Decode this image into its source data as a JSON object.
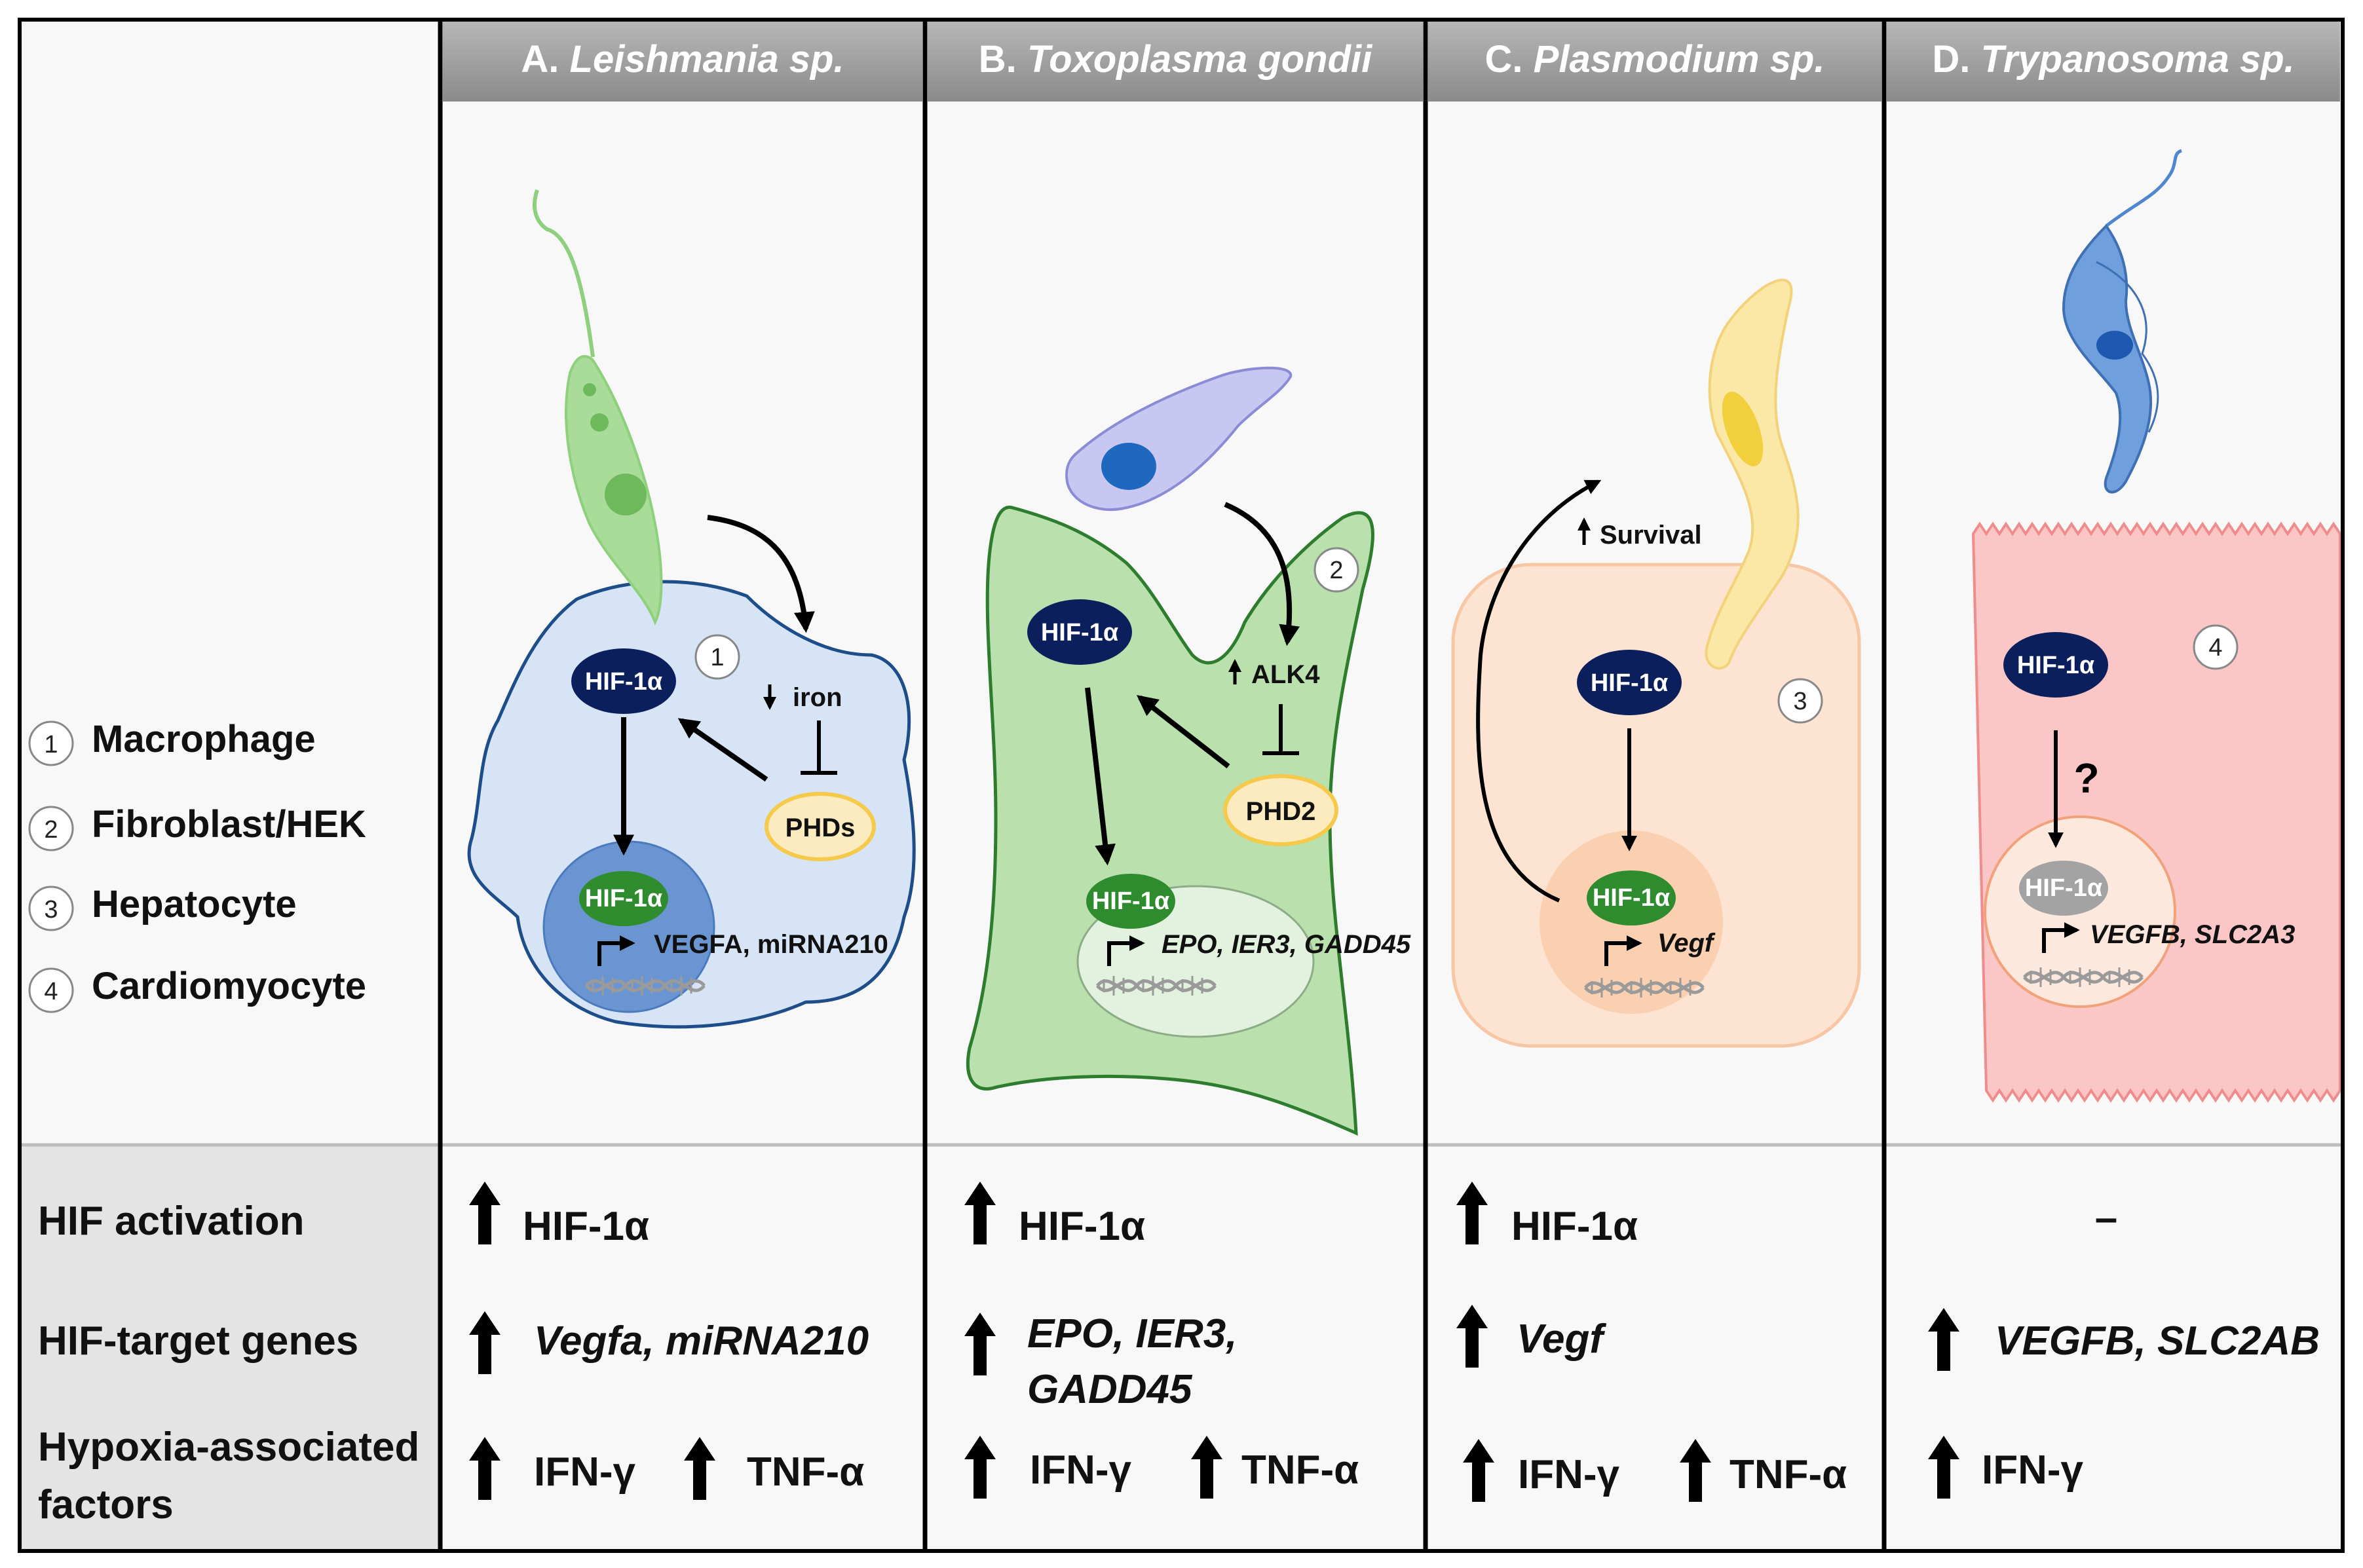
{
  "columns": [
    {
      "letter": "A.",
      "name": "Leishmania sp."
    },
    {
      "letter": "B.",
      "name": "Toxoplasma gondii"
    },
    {
      "letter": "C.",
      "name": "Plasmodium sp."
    },
    {
      "letter": "D.",
      "name": "Trypanosoma sp."
    }
  ],
  "legend": [
    {
      "num": "1",
      "label": "Macrophage"
    },
    {
      "num": "2",
      "label": "Fibroblast/HEK"
    },
    {
      "num": "3",
      "label": "Hepatocyte"
    },
    {
      "num": "4",
      "label": "Cardiomyocyte"
    }
  ],
  "diagram": {
    "hif": "HIF-1α",
    "a": {
      "iron": "iron",
      "phd": "PHDs",
      "genes": "VEGFA, miRNA210",
      "num": "1"
    },
    "b": {
      "alk": "ALK4",
      "phd": "PHD2",
      "genes": "EPO, IER3, GADD45",
      "num": "2"
    },
    "c": {
      "survival": "Survival",
      "genes": "Vegf",
      "num": "3"
    },
    "d": {
      "question": "?",
      "genes": "VEGFB, SLC2A3",
      "num": "4"
    }
  },
  "table": {
    "rows": [
      "HIF activation",
      "HIF-target genes",
      "Hypoxia-associated",
      "factors"
    ],
    "activation": [
      "HIF-1α",
      "HIF-1α",
      "HIF-1α",
      "–"
    ],
    "targets": {
      "a": "Vegfa, miRNA210",
      "b1": "EPO, IER3,",
      "b2": "GADD45",
      "c": "Vegf",
      "d": "VEGFB, SLC2AB"
    },
    "factors": {
      "ifn": "IFN-γ",
      "tnf": "TNF-α"
    }
  },
  "colors": {
    "header_bg": "#9e9e9e",
    "panel_bg": "#f8f8f8",
    "bottom_bg": "#e4e4e4",
    "macrophage": "#d6e4f5",
    "fibroblast": "#b9e0ad",
    "hepatocyte": "#fde3d2",
    "cardiomyocyte": "#fbc6c6",
    "hif_navy": "#0b1f5c",
    "hif_green": "#2e8b2e"
  }
}
